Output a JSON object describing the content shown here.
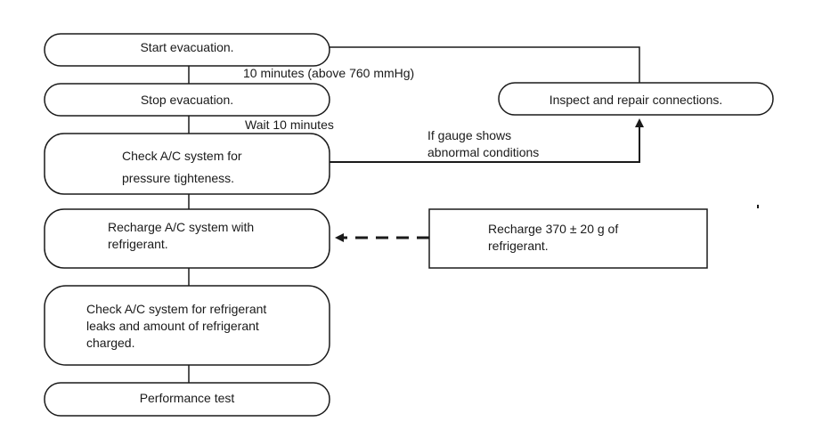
{
  "steps": {
    "start_evacuation": "Start evacuation.",
    "stop_evacuation": "Stop evacuation.",
    "check_pressure": [
      "Check A/C system for",
      "pressure tighteness."
    ],
    "recharge": [
      "Recharge A/C system with",
      "refrigerant."
    ],
    "check_leaks": [
      "Check A/C system for refrigerant",
      "leaks and amount of refrigerant",
      "charged."
    ],
    "performance_test": "Performance test",
    "inspect_repair": "Inspect and repair connections."
  },
  "note_box": [
    "Recharge 370 ± 20 g of",
    "refrigerant."
  ],
  "edge_labels": {
    "evacuation_time": "10 minutes (above 760 mmHg)",
    "wait": "Wait 10 minutes",
    "abnormal": [
      "If gauge shows",
      "abnormal conditions"
    ]
  },
  "colors": {
    "stroke": "#1a1a1a",
    "background": "#ffffff"
  }
}
